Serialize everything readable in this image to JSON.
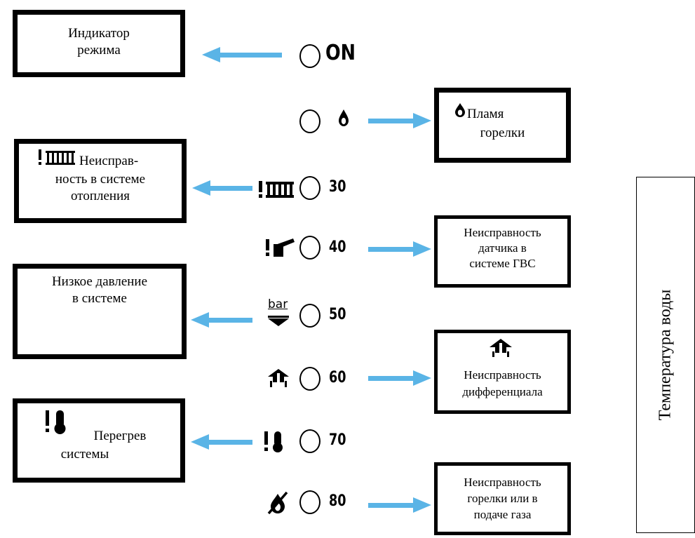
{
  "boxes": {
    "mode": [
      "Индикатор",
      "режима"
    ],
    "flame": [
      "Пламя",
      "горелки"
    ],
    "heating": [
      "Неисправ-",
      "ность в системе",
      "отопления"
    ],
    "dhw": [
      "Неисправность",
      "датчика в",
      "системе ГВС"
    ],
    "pressure": [
      "Низкое давление",
      "в системе"
    ],
    "diff": [
      "Неисправность",
      "дифференциала"
    ],
    "overheat": [
      "Перегрев",
      "системы"
    ],
    "gas": [
      "Неисправность",
      "горелки или  в",
      "подаче газа"
    ]
  },
  "scale": {
    "on": "ON",
    "t30": "30",
    "t40": "40",
    "t50": "50",
    "t60": "60",
    "t70": "70",
    "t80": "80",
    "bar": "bar"
  },
  "side_label": "Температура воды",
  "colors": {
    "arrow": "#5ab4e6",
    "border": "#000000"
  }
}
